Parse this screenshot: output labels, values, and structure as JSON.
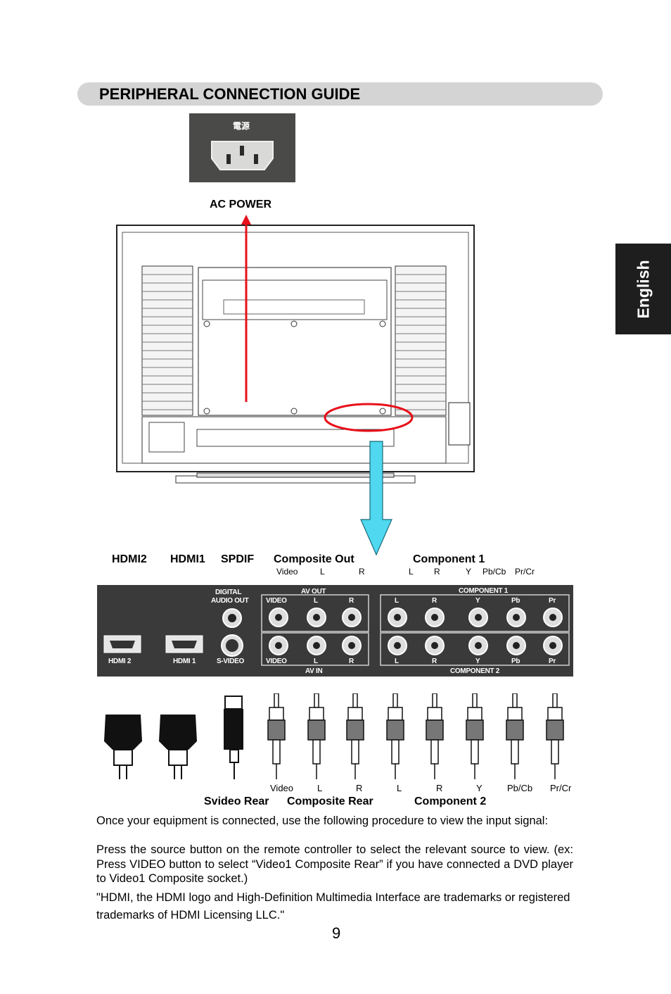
{
  "header": {
    "title": "PERIPHERAL CONNECTION GUIDE"
  },
  "language_tab": "English",
  "power": {
    "photo_caption": "電源",
    "label": "AC POWER"
  },
  "top_labels": {
    "hdmi2": "HDMI2",
    "hdmi1": "HDMI1",
    "spdif": "SPDIF",
    "composite_out": "Composite Out",
    "component1": "Component 1",
    "composite_out_sub": [
      "Video",
      "L",
      "R"
    ],
    "component1_sub": [
      "L",
      "R",
      "Y",
      "Pb/Cb",
      "Pr/Cr"
    ]
  },
  "panel": {
    "digital_audio_out": [
      "DIGITAL",
      "AUDIO OUT"
    ],
    "av_out": "AV OUT",
    "av_in": "AV IN",
    "component1": "COMPONENT 1",
    "component2": "COMPONENT 2",
    "top_row": [
      "VIDEO",
      "L",
      "R",
      "L",
      "R",
      "Y",
      "Pb",
      "Pr"
    ],
    "bottom_row": [
      "HDMI 2",
      "HDMI 1",
      "S-VIDEO",
      "VIDEO",
      "L",
      "R",
      "L",
      "R",
      "Y",
      "Pb",
      "Pr"
    ]
  },
  "bottom_labels": {
    "cable_sub": [
      "Video",
      "L",
      "R",
      "L",
      "R",
      "Y",
      "Pb/Cb",
      "Pr/Cr"
    ],
    "svideo_rear": "Svideo Rear",
    "composite_rear": "Composite Rear",
    "component2": "Component 2"
  },
  "body": {
    "p1": "Once your equipment is connected, use the following procedure to view the input signal:",
    "p2": "Press the source button on the remote controller to select the relevant source to view. (ex: Press VIDEO button to select “Video1 Composite Rear” if you have connected a DVD player to Video1 Composite socket.)",
    "trademark": "\"HDMI, the HDMI logo and High-Definition Multimedia Interface are trademarks or registered trademarks of HDMI Licensing LLC.\""
  },
  "page_number": "9",
  "colors": {
    "banner": "#d4d4d4",
    "tab": "#1e1e1e",
    "arrow_red": "#e8101a",
    "arrow_cyan": "#4fd8ef",
    "panel": "#3a3a3a"
  }
}
